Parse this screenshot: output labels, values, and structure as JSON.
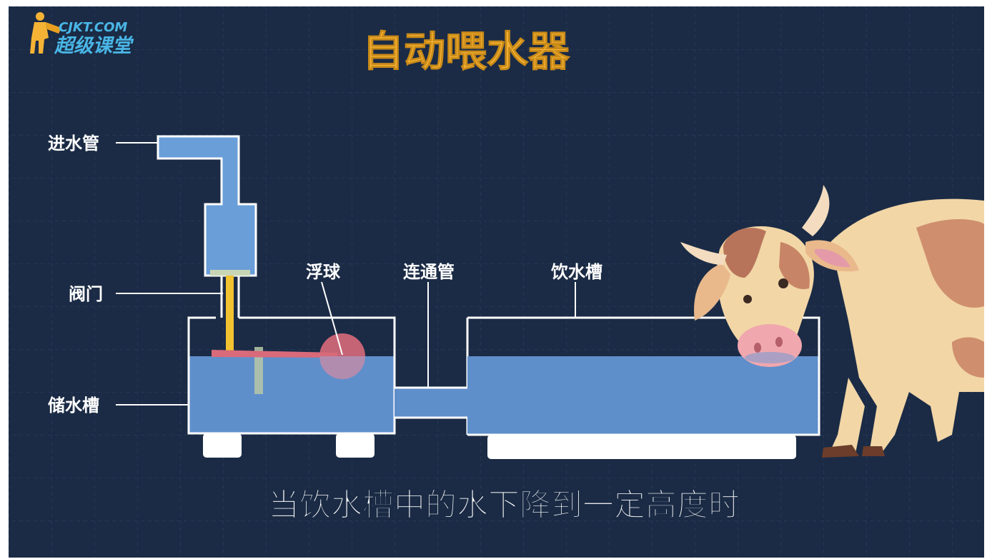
{
  "logo": {
    "domain": "CJKT.COM",
    "text": "超级课堂"
  },
  "title": "自动喂水器",
  "labels": {
    "inlet_pipe": "进水管",
    "valve": "阀门",
    "storage_tank": "储水槽",
    "float_ball": "浮球",
    "connecting_pipe": "连通管",
    "drinking_trough": "饮水槽"
  },
  "subtitle": "当饮水槽中的水下降到一定高度时",
  "colors": {
    "background": "#1b2b45",
    "water": "#5f8fcb",
    "pipe": "#6a9ed8",
    "title": "#f5b335",
    "valve_rod": "#f2c230",
    "float": "#d86a7a",
    "outline": "#ffffff"
  }
}
